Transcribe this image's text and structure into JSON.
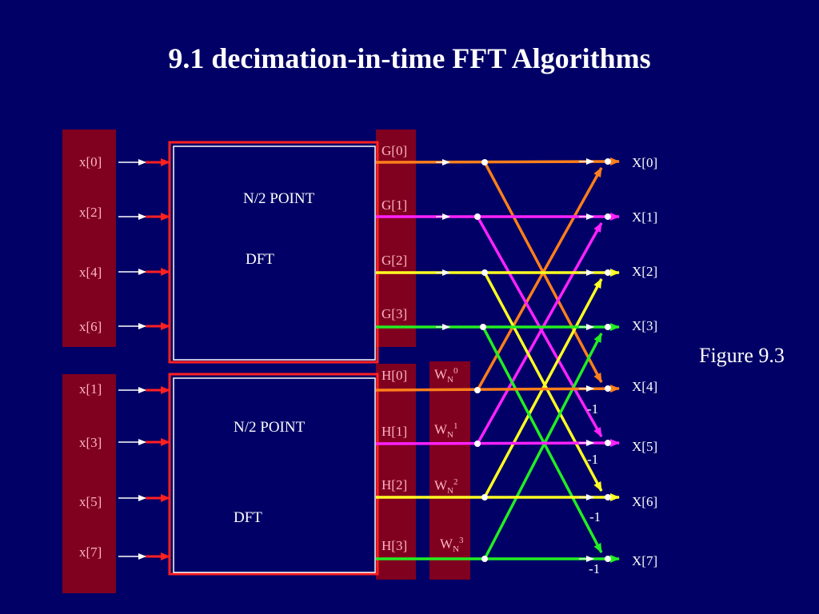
{
  "title": "9.1  decimation-in-time FFT Algorithms",
  "figure_label": "Figure 9.3",
  "inputs_even": [
    "x[0]",
    "x[2]",
    "x[4]",
    "x[6]"
  ],
  "inputs_odd": [
    "x[1]",
    "x[3]",
    "x[5]",
    "x[7]"
  ],
  "dft_top": {
    "line1": "N/2 POINT",
    "line2": "DFT"
  },
  "dft_bottom": {
    "line1": "N/2 POINT",
    "line2": "DFT"
  },
  "g_labels": [
    "G[0]",
    "G[1]",
    "G[2]",
    "G[3]"
  ],
  "h_labels": [
    "H[0]",
    "H[1]",
    "H[2]",
    "H[3]"
  ],
  "twiddles": [
    {
      "base": "W",
      "sub": "N",
      "exp": "0"
    },
    {
      "base": "W",
      "sub": "N",
      "exp": "1"
    },
    {
      "base": "W",
      "sub": "N",
      "exp": "2"
    },
    {
      "base": "W",
      "sub": "N",
      "exp": "3"
    }
  ],
  "minus_one": [
    "-1",
    "-1",
    "-1",
    "-1"
  ],
  "outputs": [
    "X[0]",
    "X[1]",
    "X[2]",
    "X[3]",
    "X[4]",
    "X[5]",
    "X[6]",
    "X[7]"
  ],
  "colors": {
    "background": "#000066",
    "panel": "#800020",
    "box_border": "#ff2020",
    "path0": "#ff7f1a",
    "path1": "#ff22ff",
    "path2": "#ffff22",
    "path3": "#22ee22"
  }
}
